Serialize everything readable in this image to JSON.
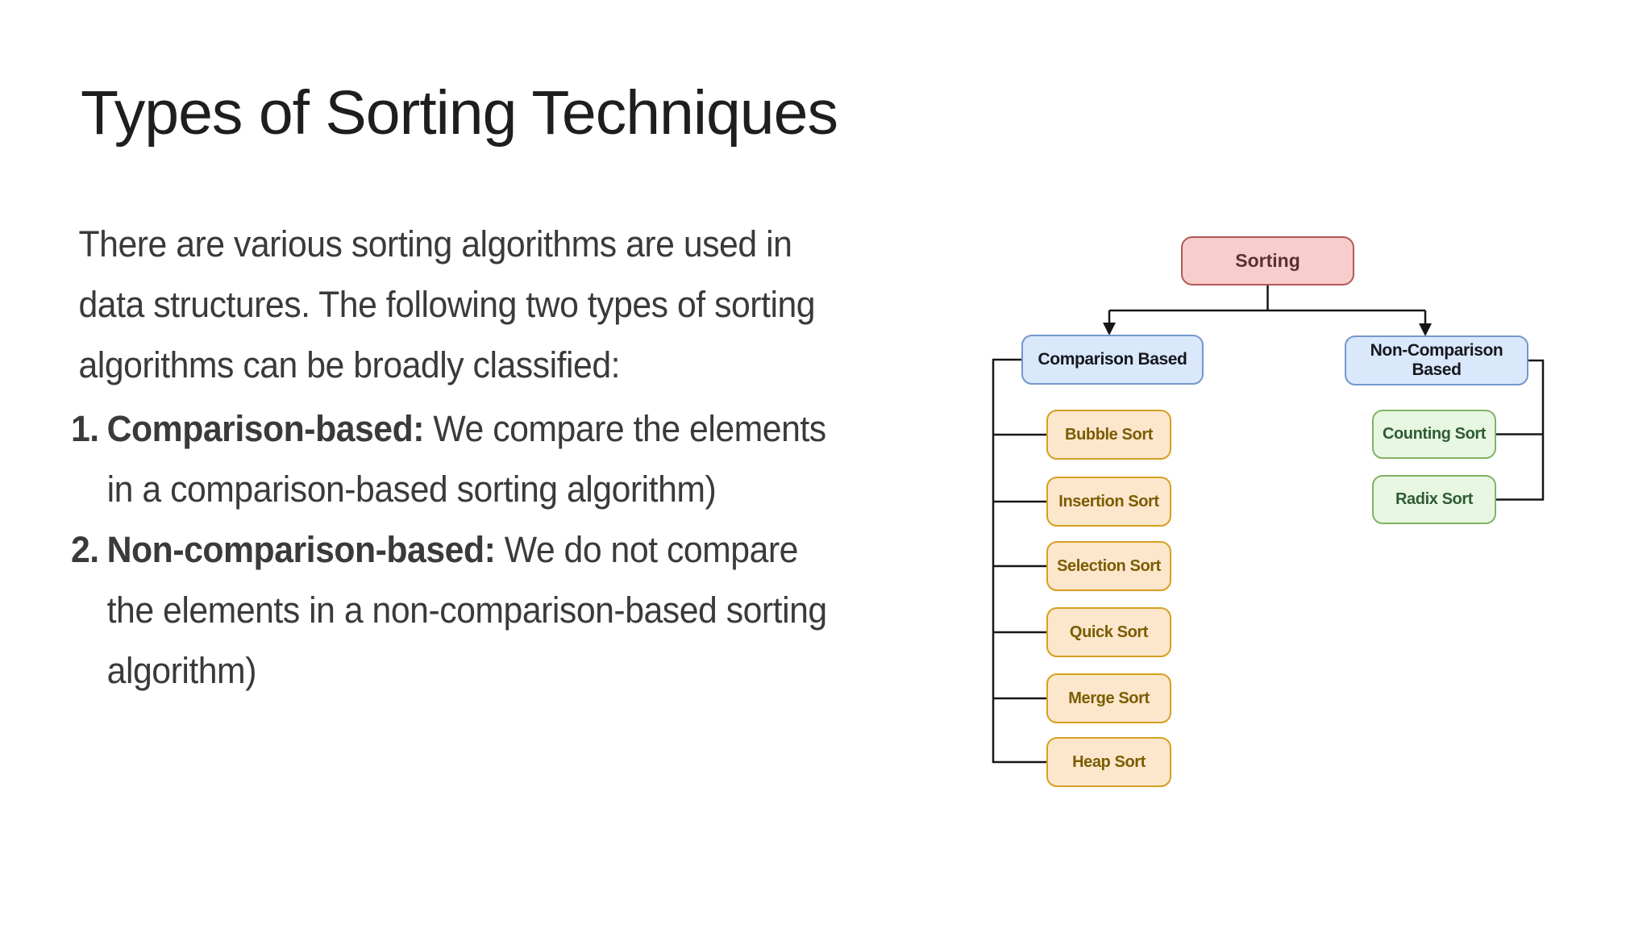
{
  "slide": {
    "title": "Types of Sorting Techniques",
    "paragraph_lines": [
      "There are various sorting algorithms are used in",
      "data structures. The following two types of sorting",
      "algorithms can be broadly classified:"
    ],
    "list_items": [
      {
        "number": "1.",
        "lead": "Comparison-based:",
        "lead_rest": " We compare the elements",
        "lines": [
          "in a comparison-based sorting algorithm)"
        ]
      },
      {
        "number": "2.",
        "lead": "Non-comparison-based:",
        "lead_rest": " We do not compare",
        "lines": [
          "the elements in a non-comparison-based sorting",
          "algorithm)"
        ]
      }
    ]
  },
  "diagram": {
    "root_label": "Sorting",
    "category_labels": [
      "Comparison Based",
      "Non-Comparison Based"
    ],
    "comparison_children": [
      "Bubble Sort",
      "Insertion Sort",
      "Selection Sort",
      "Quick Sort",
      "Merge Sort",
      "Heap Sort"
    ],
    "non_comparison_children": [
      "Counting Sort",
      "Radix Sort"
    ],
    "colors": {
      "root_fill": "#F8CECC",
      "root_border": "#B25855",
      "root_text": "#59322F",
      "category_fill": "#DAE8FC",
      "category_border": "#7497CC",
      "category_text": "#15181D",
      "comparison_fill": "#FCE6CC",
      "comparison_border": "#D5A021",
      "comparison_text": "#7A5C00",
      "non_comparison_fill": "#E7F7E1",
      "non_comparison_border": "#82B366",
      "non_comparison_text": "#2F5B33",
      "connector": "#161616",
      "body_text": "#3A3A3A",
      "title_text": "#1E1E1E"
    }
  }
}
